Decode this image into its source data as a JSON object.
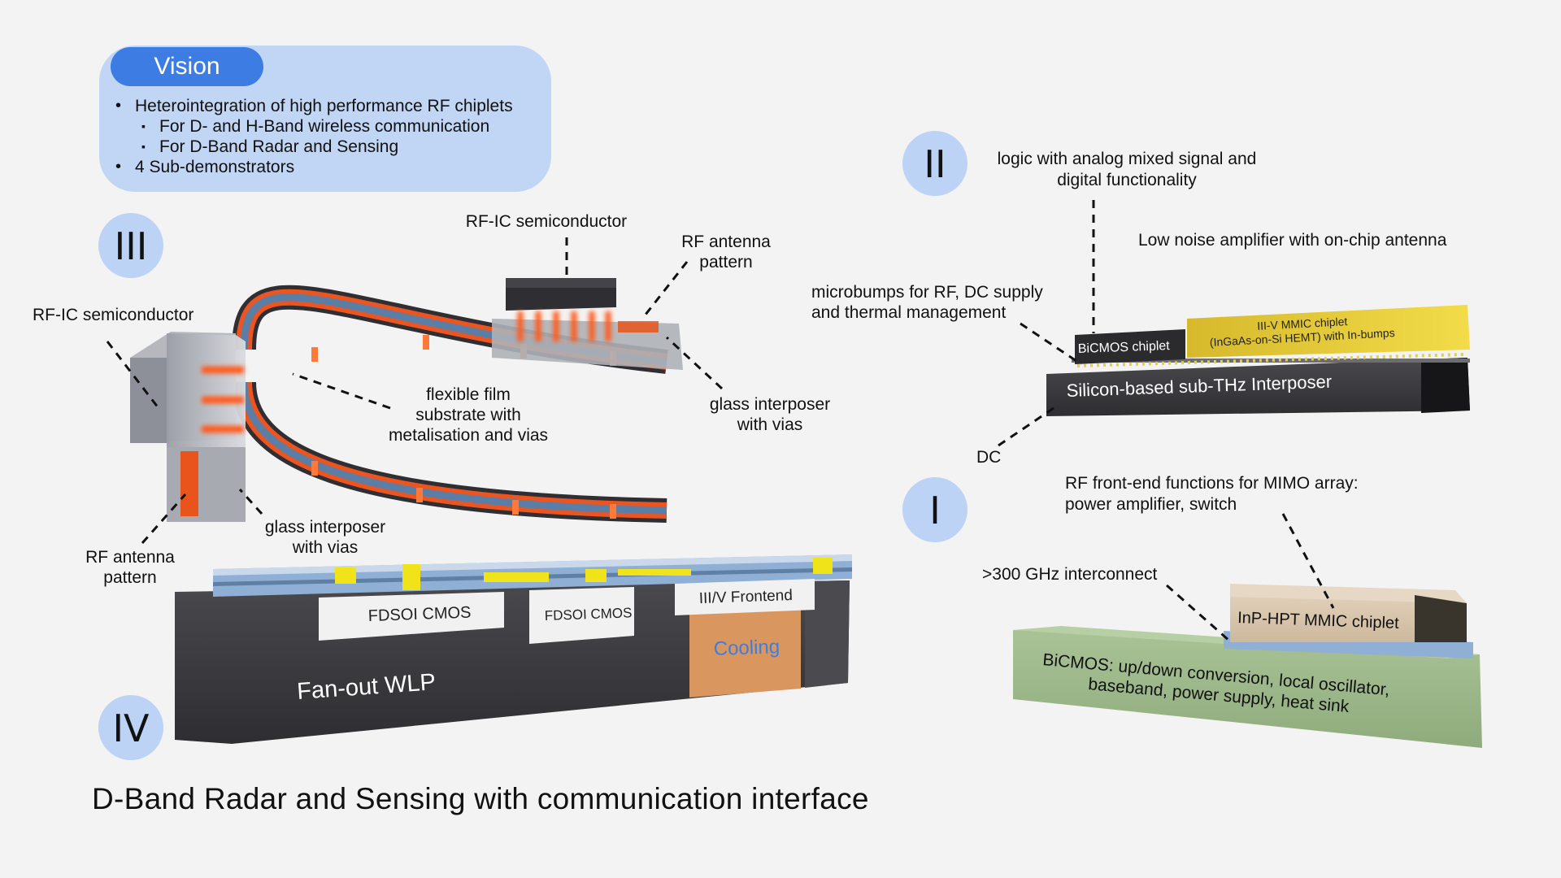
{
  "vision": {
    "title": "Vision",
    "items": [
      "Heterointegration of high performance RF chiplets",
      "For D- and H-Band wireless communication",
      "For D-Band Radar and Sensing",
      "4 Sub-demonstrators"
    ]
  },
  "badges": {
    "one": "I",
    "two": "II",
    "three": "III",
    "four": "IV"
  },
  "section_three": {
    "rf_ic_left": "RF-IC semiconductor",
    "rf_ic_top": "RF-IC semiconductor",
    "antenna_top_1": "RF antenna",
    "antenna_top_2": "pattern",
    "film_1": "flexible film",
    "film_2": "substrate with",
    "film_3": "metalisation and vias",
    "glass_right_1": "glass interposer",
    "glass_right_2": "with vias",
    "glass_left_1": "glass interposer",
    "glass_left_2": "with vias",
    "antenna_left_1": "RF antenna",
    "antenna_left_2": "pattern"
  },
  "section_four": {
    "chip1": "FDSOI CMOS",
    "chip2": "FDSOI CMOS",
    "chip3": "III/V Frontend",
    "cooling": "Cooling",
    "package": "Fan-out WLP"
  },
  "section_two": {
    "logic_1": "logic with analog mixed signal and",
    "logic_2": "digital functionality",
    "lna": "Low noise amplifier with on-chip antenna",
    "microbumps_1": "microbumps for RF, DC supply",
    "microbumps_2": "and thermal management",
    "bicmos_chiplet": "BiCMOS chiplet",
    "mmic_1": "III-V MMIC chiplet",
    "mmic_2": "(InGaAs-on-Si HEMT) with In-bumps",
    "interposer": "Silicon-based sub-THz Interposer",
    "dc": "DC"
  },
  "section_one": {
    "frontend_1": "RF front-end functions for MIMO array:",
    "frontend_2": "power amplifier, switch",
    "interconnect": ">300 GHz interconnect",
    "inp": "InP-HPT MMIC chiplet",
    "bicmos_1": "BiCMOS: up/down conversion, local oscillator,",
    "bicmos_2": "baseband, power supply, heat sink"
  },
  "footer": "D-Band Radar and Sensing with communication interface",
  "colors": {
    "background": "#f3f3f3",
    "badge": "#bcd3f5",
    "vision_box": "#c1d5f5",
    "vision_pill": "#3d7de3",
    "dark_block": "#3d3d40",
    "cooling": "#d9965f",
    "mmic_gold": "#e8cf3c",
    "bicmos_green": "#9fba8c",
    "inp_tan": "#d8c6ad",
    "glow": "#ff5a1f"
  }
}
